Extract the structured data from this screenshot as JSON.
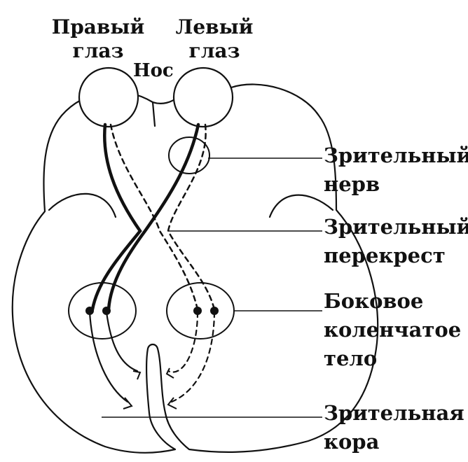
{
  "labels": {
    "right_eye": [
      "Правый",
      "глаз"
    ],
    "left_eye": [
      "Левый",
      "глаз"
    ],
    "nose": "Нос",
    "optic_nerve": [
      "Зрительный",
      "нерв"
    ],
    "optic_chiasm": [
      "Зрительный",
      "перекрест"
    ],
    "lgn": [
      "Боковое",
      "коленчатое",
      "тело"
    ],
    "visual_cortex": [
      "Зрительная",
      "кора"
    ]
  },
  "colors": {
    "line": "#111111",
    "background": "#ffffff"
  }
}
